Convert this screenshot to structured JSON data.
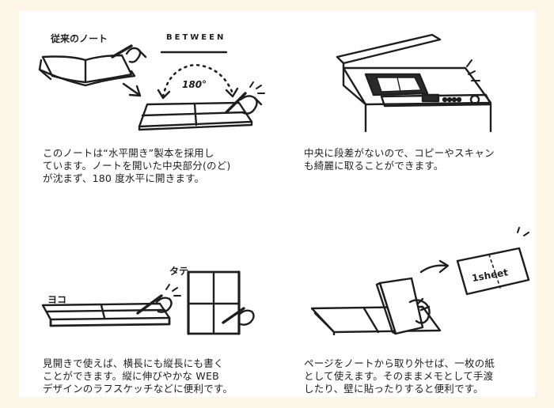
{
  "cells": [
    {
      "labels": {
        "old_notebook": "従来のノート",
        "between": "BETWEEN",
        "angle": "180°"
      },
      "caption": [
        "このノートは“水平開き”製本を採用し",
        "ています。ノートを開いた中央部分(のど)",
        "が沈まず、180 度水平に開きます。"
      ]
    },
    {
      "caption": [
        "中央に段差がないので、コピーやスキャン",
        "も綺麗に取ることができます。"
      ]
    },
    {
      "labels": {
        "yoko": "ヨコ",
        "tate": "タテ"
      },
      "caption": [
        "見開きで使えば、横長にも縦長にも書く",
        "ことができます。縦に伸びやかな WEB",
        "デザインのラフスケッチなどに便利です。"
      ]
    },
    {
      "labels": {
        "sheet": "1sheet"
      },
      "caption": [
        "ページをノートから取り外せば、一枚の紙",
        "として使えます。そのままメモとして手渡",
        "したり、壁に貼ったりすると便利です。"
      ]
    }
  ]
}
